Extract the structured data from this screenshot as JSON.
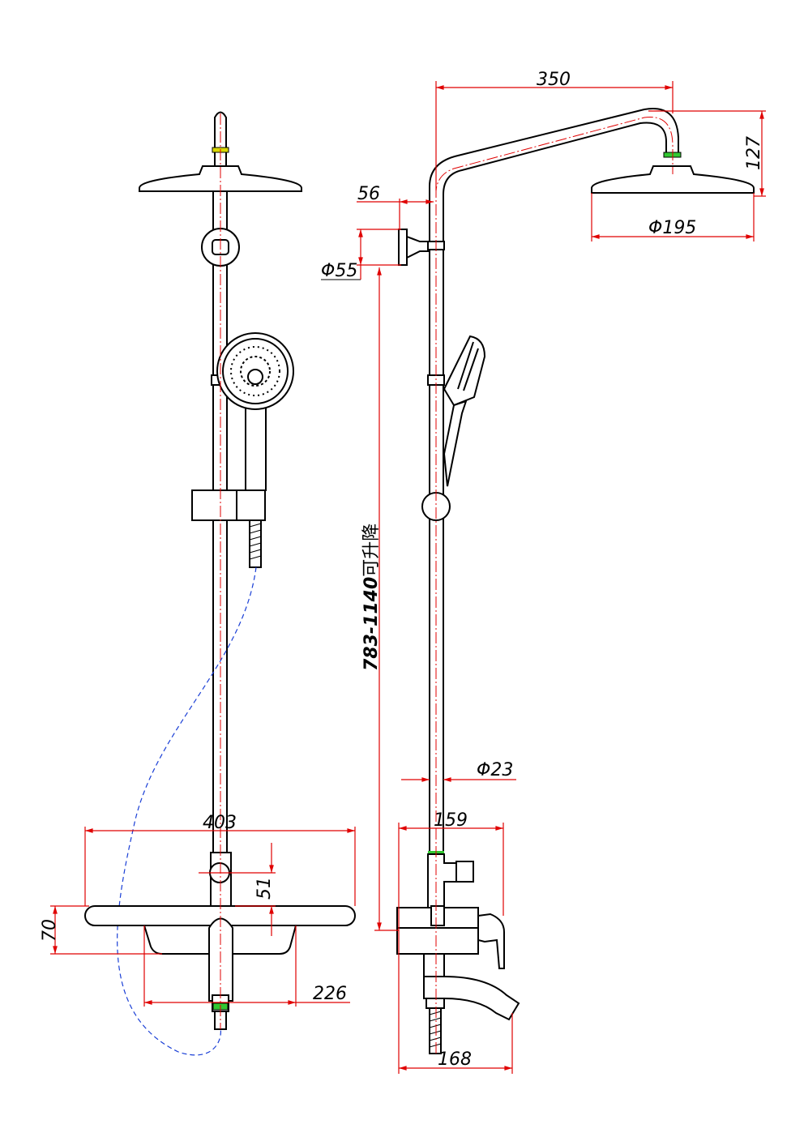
{
  "dimensions": {
    "arm_length": "350",
    "head_drop": "127",
    "head_diameter": "Φ195",
    "wall_offset": "56",
    "bracket_diameter": "Φ55",
    "adjust_range": "783-1140",
    "adjust_note": "可升降",
    "pipe_diameter": "Φ23",
    "mixer_depth": "159",
    "mixer_width": "403",
    "valve_height": "51",
    "shelf_height": "70",
    "shelf_width": "226",
    "spout_depth": "168"
  },
  "colors": {
    "dimension": "#e00000",
    "hose": "#1a3fd6",
    "outline": "#000000",
    "connector": "#32c832"
  }
}
